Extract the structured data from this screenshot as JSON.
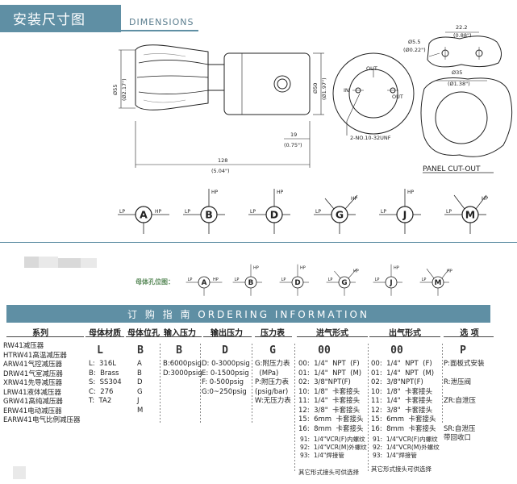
{
  "header": {
    "title": "安装尺寸图",
    "subtitle": "DIMENSIONS"
  },
  "drawing": {
    "length_mm": "128",
    "length_in": "(5.04\")",
    "d55_mm": "Ø55",
    "d55_in": "(Ø2.17\")",
    "d50_mm": "Ø50",
    "d50_in": "(Ø1.97\")",
    "d19_mm": "19",
    "d19_in": "(0.75\")",
    "out_top": "OUT",
    "in_label": "IN",
    "out_right": "OUT",
    "screws": "2-NO.10-32UNF",
    "w22_mm": "22.2",
    "w22_in": "(0.88\")",
    "hole_mm": "Ø5.5",
    "hole_in": "(Ø0.22\")",
    "cut_mm": "Ø35",
    "cut_in": "(Ø1.38\")",
    "panel_label": "PANEL CUT-OUT"
  },
  "port_diagrams": [
    {
      "letter": "A",
      "lp": "LP",
      "hp": "HP"
    },
    {
      "letter": "B",
      "lp": "LP",
      "hp": "HP"
    },
    {
      "letter": "D",
      "lp": "LP",
      "hp": "HP"
    },
    {
      "letter": "G",
      "lp": "LP",
      "hp": "HP"
    },
    {
      "letter": "J",
      "lp": "LP",
      "hp": "HP"
    },
    {
      "letter": "M",
      "lp": "LP",
      "hp": "HP"
    }
  ],
  "holes_label": "母体孔位图：",
  "ordering": {
    "title": "订 购 指 南   ORDERING INFORMATION",
    "headers": [
      "系列",
      "母体材质",
      "母体位孔",
      "输入压力",
      "输出压力",
      "压力表",
      "进气形式",
      "出气形式",
      "选 项"
    ],
    "codes": [
      "L",
      "B",
      "B",
      "D",
      "G",
      "00",
      "00",
      "P"
    ],
    "series": "RW41减压器\nHTRW41高温减压器\nARW41气控减压器\nDRW41气室减压器\nXRW41先导减压器\nLRW41液体减压器\nGRW41高纯减压器\nERW41电动减压器\nEARW41电气比例减压器",
    "material": "L:  316L\nB:  Brass\nS:  SS304\nC:  276\nT:  TA2",
    "holes": "A\nB\nD\nG\nJ\nM",
    "inlet_pressure": "B:6000psig\nD:3000psig",
    "outlet_pressure": "D: 0-3000psig\nE: 0-1500psig\nF: 0-500psig\nG:0~250psig",
    "gauge": "G:附压力表\n  (MPa)\nP:附压力表\n(psig/bar)\nW:无压力表",
    "inlet": "00:  1/4\"  NPT  (F)\n01:  1/4\"  NPT  (M)\n02:  3/8\"NPT(F)\n10:  1/8\"  卡套接头\n11:  1/4\"  卡套接头\n12:  3/8\"  卡套接头\n15:  6mm  卡套接头\n16:  8mm  卡套接头",
    "inlet_small": "91:  1/4\"VCR(F)内螺纹\n92:  1/4\"VCR(M)外螺纹\n93:  1/4\"焊接管",
    "inlet_note": "其它形式接头可供选择",
    "outlet": "00:  1/4\"  NPT  (F)\n01:  1/4\"  NPT  (M)\n02:  3/8\"NPT(F)\n10:  1/8\"  卡套接头\n11:  1/4\"  卡套接头\n12:  3/8\"  卡套接头\n15:  6mm  卡套接头\n16:  8mm  卡套接头",
    "outlet_small": "91:  1/4\"VCR(F)内螺纹\n92:  1/4\"VCR(M)外螺纹\n93:  1/4\"焊接管",
    "outlet_note": "其它形式接头可供选择",
    "options": "P:面板式安装\n\nR:泄压阀\n\nZR:自泄压\n\n\nSR:自泄压\n带回收口"
  }
}
